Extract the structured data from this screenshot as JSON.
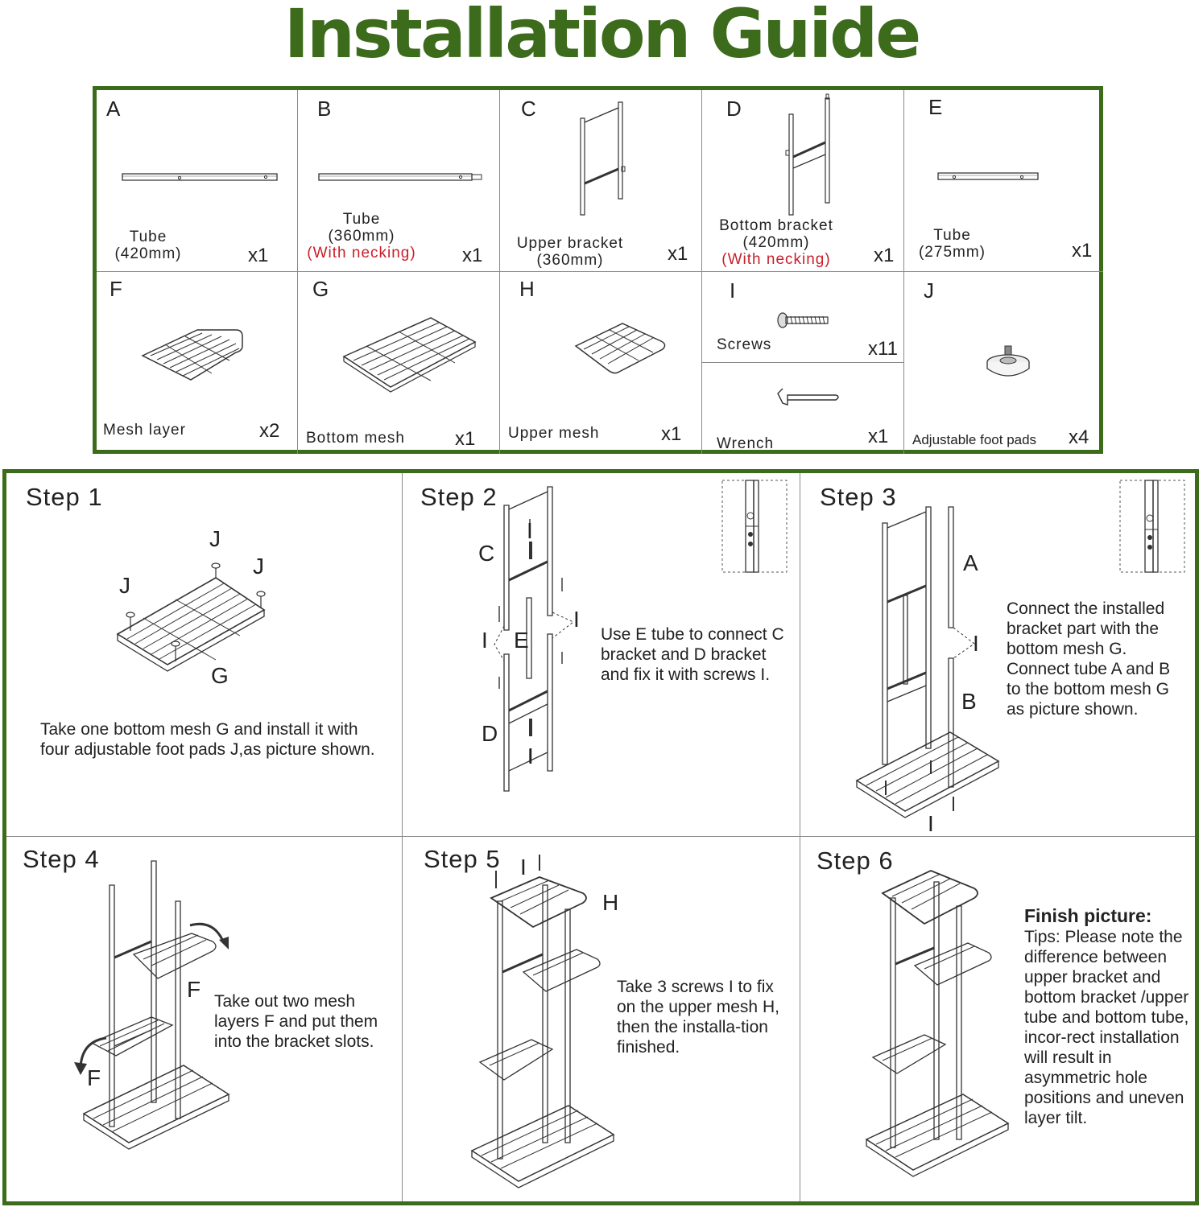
{
  "title": "Installation Guide",
  "parts": [
    {
      "letter": "A",
      "name": "Tube",
      "size": "(420mm)",
      "qty": "x1"
    },
    {
      "letter": "B",
      "name": "Tube",
      "size": "(360mm)",
      "note": "(With necking)",
      "qty": "x1"
    },
    {
      "letter": "C",
      "name": "Upper bracket",
      "size": "(360mm)",
      "qty": "x1"
    },
    {
      "letter": "D",
      "name": "Bottom bracket",
      "size": "(420mm)",
      "note": "(With necking)",
      "qty": "x1"
    },
    {
      "letter": "E",
      "name": "Tube",
      "size": "(275mm)",
      "qty": "x1"
    },
    {
      "letter": "F",
      "name": "Mesh layer",
      "qty": "x2"
    },
    {
      "letter": "G",
      "name": "Bottom mesh",
      "qty": "x1"
    },
    {
      "letter": "H",
      "name": "Upper mesh",
      "qty": "x1"
    },
    {
      "letter": "I",
      "name": "Screws",
      "qty": "x11"
    },
    {
      "name": "Wrench",
      "qty": "x1"
    },
    {
      "letter": "J",
      "name": "Adjustable foot pads",
      "qty": "x4"
    }
  ],
  "steps": [
    {
      "title": "Step 1",
      "text": "Take one bottom mesh G and install it with four adjustable foot pads J,as picture shown.",
      "labels": [
        "J",
        "J",
        "J",
        "G"
      ]
    },
    {
      "title": "Step 2",
      "text": "Use E tube to connect C bracket and D bracket and fix it with screws I.",
      "labels": [
        "C",
        "I",
        "I",
        "E",
        "I",
        "D",
        "I",
        "I"
      ]
    },
    {
      "title": "Step 3",
      "text": "Connect the installed bracket part with the bottom mesh G. Connect tube A and B to the bottom mesh G as picture shown.",
      "labels": [
        "A",
        "I",
        "B",
        "I"
      ]
    },
    {
      "title": "Step 4",
      "text": "Take out two mesh layers F and put them into the bracket slots.",
      "labels": [
        "F",
        "F"
      ]
    },
    {
      "title": "Step 5",
      "text": "Take 3 screws I to fix on the upper mesh H, then the installa-tion finished.",
      "labels": [
        "I",
        "H"
      ]
    },
    {
      "title": "Step 6",
      "heading": "Finish picture:",
      "text": "Tips: Please note the difference between upper bracket and bottom bracket /upper tube and bottom tube, incor-rect installation will result in asymmetric hole positions and uneven layer tilt."
    }
  ]
}
